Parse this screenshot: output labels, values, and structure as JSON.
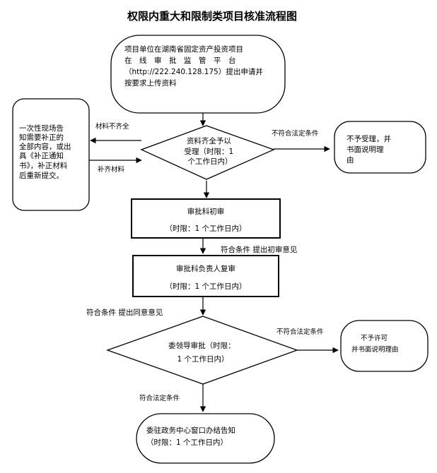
{
  "title": "权限内重大和限制类项目核准流程图",
  "nodes": {
    "start": {
      "lines": [
        "项目单位在湖南省固定资产投资项目",
        "在　线　审　批　监　管　平　台",
        "（http://222.240.128.175）提出申请并",
        "按要求上传资料"
      ]
    },
    "check": {
      "lines": [
        "资料齐全予以",
        "受理（时限：1",
        "个工作日内）"
      ]
    },
    "left_note": {
      "lines": [
        "一次性现场告",
        "知需要补正的",
        "全部内容，或出",
        "具《补正通知",
        "书》，补正材料",
        "后重新提交。"
      ]
    },
    "reject1": {
      "lines": [
        "不予受理，并",
        "书面说明理",
        "由"
      ]
    },
    "first_review": {
      "line1": "审批科初审",
      "line2": "（时限：1 个工作日内）"
    },
    "second_review": {
      "line1": "审批科负责人复审",
      "line2": "（时限：1 个工作日内）"
    },
    "committee": {
      "lines": [
        "委领导审批（时限：",
        "1 个工作日内）"
      ]
    },
    "reject2": {
      "lines": [
        "不予许可",
        "并书面说明理由"
      ]
    },
    "end": {
      "lines": [
        "委驻政务中心窗口办结告知",
        "（时限：1 个工作日内）"
      ]
    }
  },
  "edge_labels": {
    "incomplete": "材料不齐全",
    "supplement": "补齐材料",
    "not_compliant_1": "不符合法定条件",
    "compliant_first": "符合条件  提出初审意见",
    "compliant_second": "符合条件  提出同意意见",
    "not_compliant_2": "不符合法定条件",
    "compliant_legal": "符合法定条件"
  }
}
